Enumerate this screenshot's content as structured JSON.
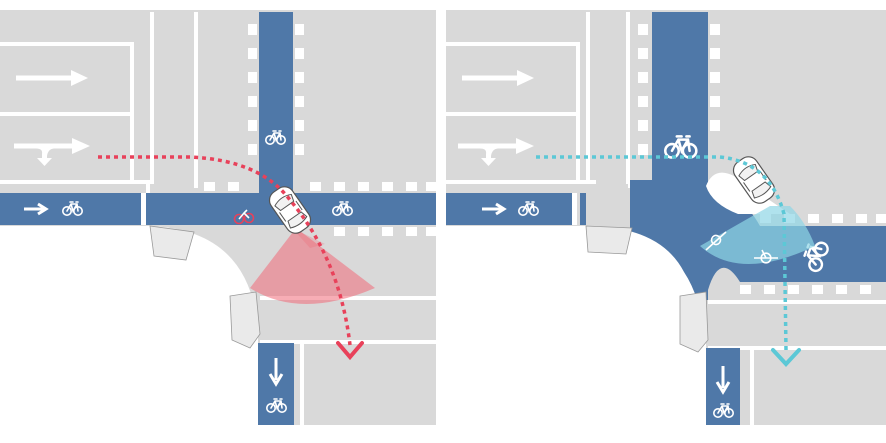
{
  "diagram": {
    "panels": [
      {
        "id": "left",
        "scenario": "conflict",
        "path_color": "#e8415a",
        "cone_color": "#f06a78"
      },
      {
        "id": "right",
        "scenario": "protected",
        "path_color": "#5cc8d6",
        "cone_color": "#8fd6e6"
      }
    ],
    "colors": {
      "sidewalk": "#d9d9d9",
      "bike_lane": "#4f78a8",
      "curb_white": "#ffffff",
      "background": "#ffffff"
    },
    "icons": [
      "straight-arrow-icon",
      "left-turn-arrow-icon",
      "bicycle-icon",
      "down-arrow-icon",
      "car-icon",
      "vision-cone-icon",
      "cyclist-icon"
    ]
  }
}
